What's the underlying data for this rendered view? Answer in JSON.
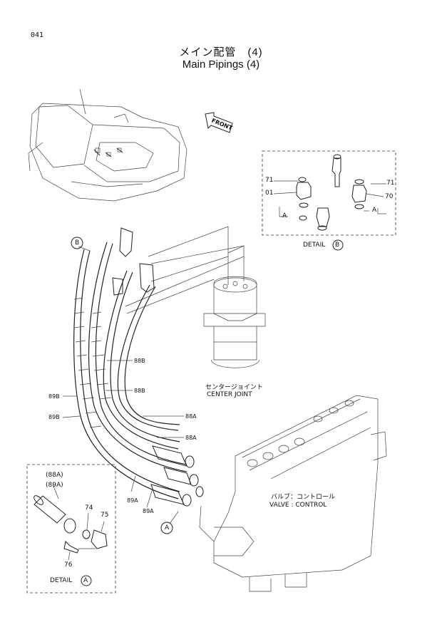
{
  "page_number": "041",
  "title_jp": "メイン配管　(4)",
  "title_en": "Main Pipings (4)",
  "front_label": "FRONT",
  "detail_b": {
    "label": "DETAIL",
    "circle": "B",
    "callouts": [
      "71",
      "01",
      "A",
      "71",
      "70",
      "A"
    ]
  },
  "center_joint": {
    "jp": "センタージョイント",
    "en": "CENTER JOINT"
  },
  "valve_control": {
    "jp": "バルブ：コントロール",
    "en": "VALVE : CONTROL"
  },
  "callouts": [
    "88B",
    "88B",
    "89B",
    "89B",
    "88A",
    "88A",
    "89A",
    "89A"
  ],
  "marker_a": "A",
  "marker_b": "B",
  "detail_a": {
    "label": "DETAIL",
    "circle": "A",
    "part_top": "(88A)",
    "part_top2": "(89A)",
    "callouts": [
      "74",
      "75",
      "76"
    ]
  }
}
